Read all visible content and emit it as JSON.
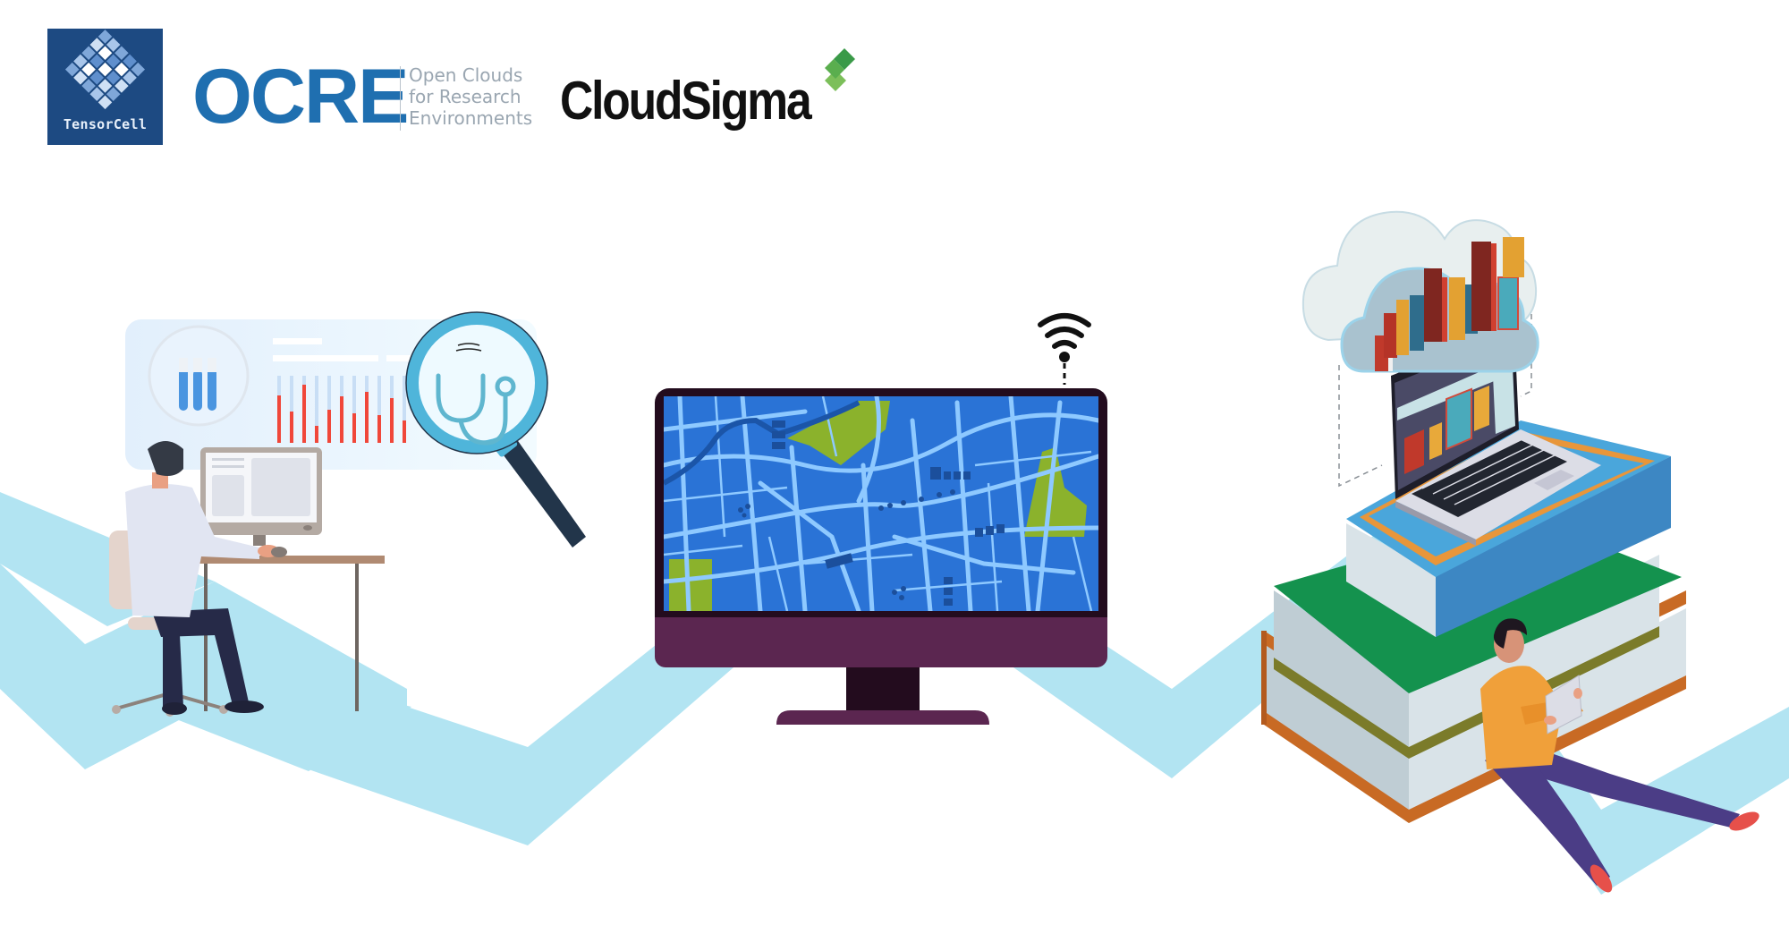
{
  "banner": {
    "logos": [
      {
        "name": "TensorCell",
        "text": "TensorCell",
        "color": "#1d4a82"
      },
      {
        "name": "OCRE",
        "wordmark": "OCRE",
        "tagline": [
          "Open Clouds",
          "for Research",
          "Environments"
        ],
        "color": "#1f6fb0"
      },
      {
        "name": "CloudSigma",
        "wordmark": "CloudSigma",
        "accent": "#3a9a48"
      }
    ],
    "scenes": [
      {
        "id": "health-data-analysis",
        "description": "Person at desk analysing medical dashboard with magnifying glass over stethoscope"
      },
      {
        "id": "map-monitor",
        "description": "Desktop monitor showing city map with wifi signal"
      },
      {
        "id": "cloud-library",
        "description": "Laptop on stack of books with cloud containing books; person reading tablet"
      }
    ]
  },
  "colors": {
    "band": "#b2e4f2",
    "map_bg": "#2a73d6",
    "map_road": "#8ec9ff",
    "map_park": "#8bb22c",
    "monitor_frame": "#5b2650",
    "monitor_dark": "#230c1e",
    "dashboard_bg": "#e6f3fd",
    "bar_red": "#f0473a",
    "bar_light": "#c8def5",
    "magnifier_ring": "#4fb5da",
    "magnifier_handle": "#22354a"
  }
}
